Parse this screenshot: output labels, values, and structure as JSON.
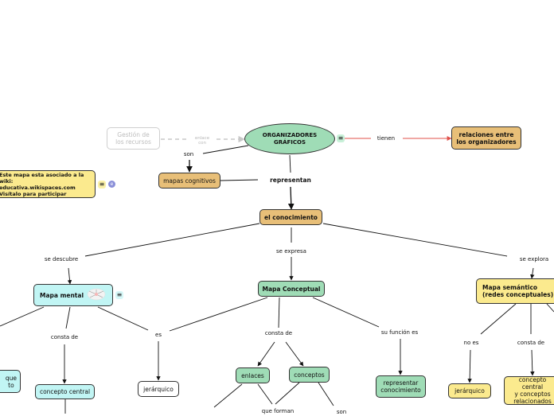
{
  "nodes": {
    "root": "ORGANIZADORES\nGRÁFICOS",
    "gestion": "Gestión de\nlos recursos",
    "relaciones": "relaciones entre\nlos organizadores",
    "mapas_cognitivos": "mapas cognitivos",
    "wiki_note": "Este mapa esta asociado a la wiki:\neducativa.wikispaces.com\nVisítalo para participar",
    "conocimiento": "el conocimiento",
    "mapa_mental": "Mapa mental",
    "mapa_conceptual": "Mapa Conceptual",
    "mapa_semantico": "Mapa semántico\n(redes conceptuales)",
    "partial_left": "que\nto",
    "concepto_central": "concepto central",
    "jerarquico_1": "jerárquico",
    "enlaces": "enlaces",
    "conceptos": "conceptos",
    "representar": "representar\nconocimiento",
    "jerarquico_2": "jerárquico",
    "concepto_central_rel": "concepto central\ny conceptos\nrelacionados"
  },
  "labels": {
    "enlace_con": "enlace\ncon",
    "tienen": "tienen",
    "son": "son",
    "representan": "representan",
    "se_descubre": "se descubre",
    "se_expresa": "se expresa",
    "se_explora": "se explora",
    "consta_de_1": "consta de",
    "es": "es",
    "consta_de_2": "consta de",
    "su_funcion_es": "su función es",
    "no_es": "no es",
    "consta_de_3": "consta de",
    "que_forman": "que forman",
    "son_2": "son"
  },
  "icons": {
    "menu": "≡",
    "link": "e"
  },
  "colors": {
    "root": "#9fdcb6",
    "orange": "#e8bf78",
    "green": "#9fdcb6",
    "cyan": "#c1f5f4",
    "yellow": "#fbea8e",
    "relation_arrow": "#e0504a"
  }
}
